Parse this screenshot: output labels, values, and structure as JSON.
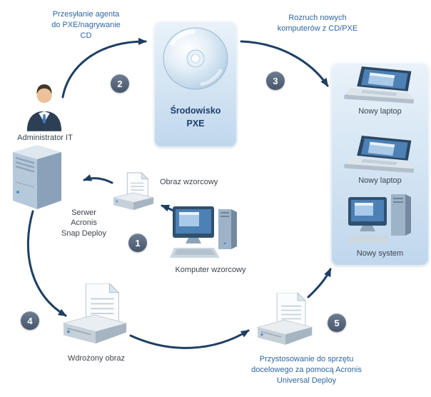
{
  "diagram": {
    "badges": {
      "b1": "1",
      "b2": "2",
      "b3": "3",
      "b4": "4",
      "b5": "5"
    },
    "captions": {
      "step2": "Przesyłanie agenta\ndo PXE/nagrywanie\nCD",
      "step3": "Rozruch nowych\nkomputerów z CD/PXE",
      "step5": "Przystosowanie do sprzętu\ndocelowego za pomocą Acronis\nUniversal Deploy"
    },
    "nodes": {
      "pxe": "Środowisko\nPXE",
      "admin": "Administrator IT",
      "server": "Serwer\nAcronis\nSnap Deploy",
      "master_image": "Obraz wzorcowy",
      "master_computer": "Komputer wzorcowy",
      "laptop1": "Nowy laptop",
      "laptop2": "Nowy laptop",
      "system": "Nowy system",
      "deployed_image": "Wdrożony obraz"
    },
    "icons": {
      "admin": "it-administrator-person",
      "pxe": "cd-disc",
      "server": "server-tower",
      "master_image": "document-with-drive",
      "master_computer": "desktop-computer",
      "laptops": "laptop-computer",
      "system": "desktop-computer",
      "deployed_image": "document-with-drive",
      "universal_deploy": "document-with-drive"
    },
    "colors": {
      "caption_blue": "#2f66a3",
      "label_dark": "#3b4450",
      "pxe_label": "#1d3f6e",
      "badge_bg": "#46566c",
      "arrow": "#1e3f63",
      "panel_top": "#eaf2f9",
      "panel_bottom": "#c0d7ec"
    }
  }
}
